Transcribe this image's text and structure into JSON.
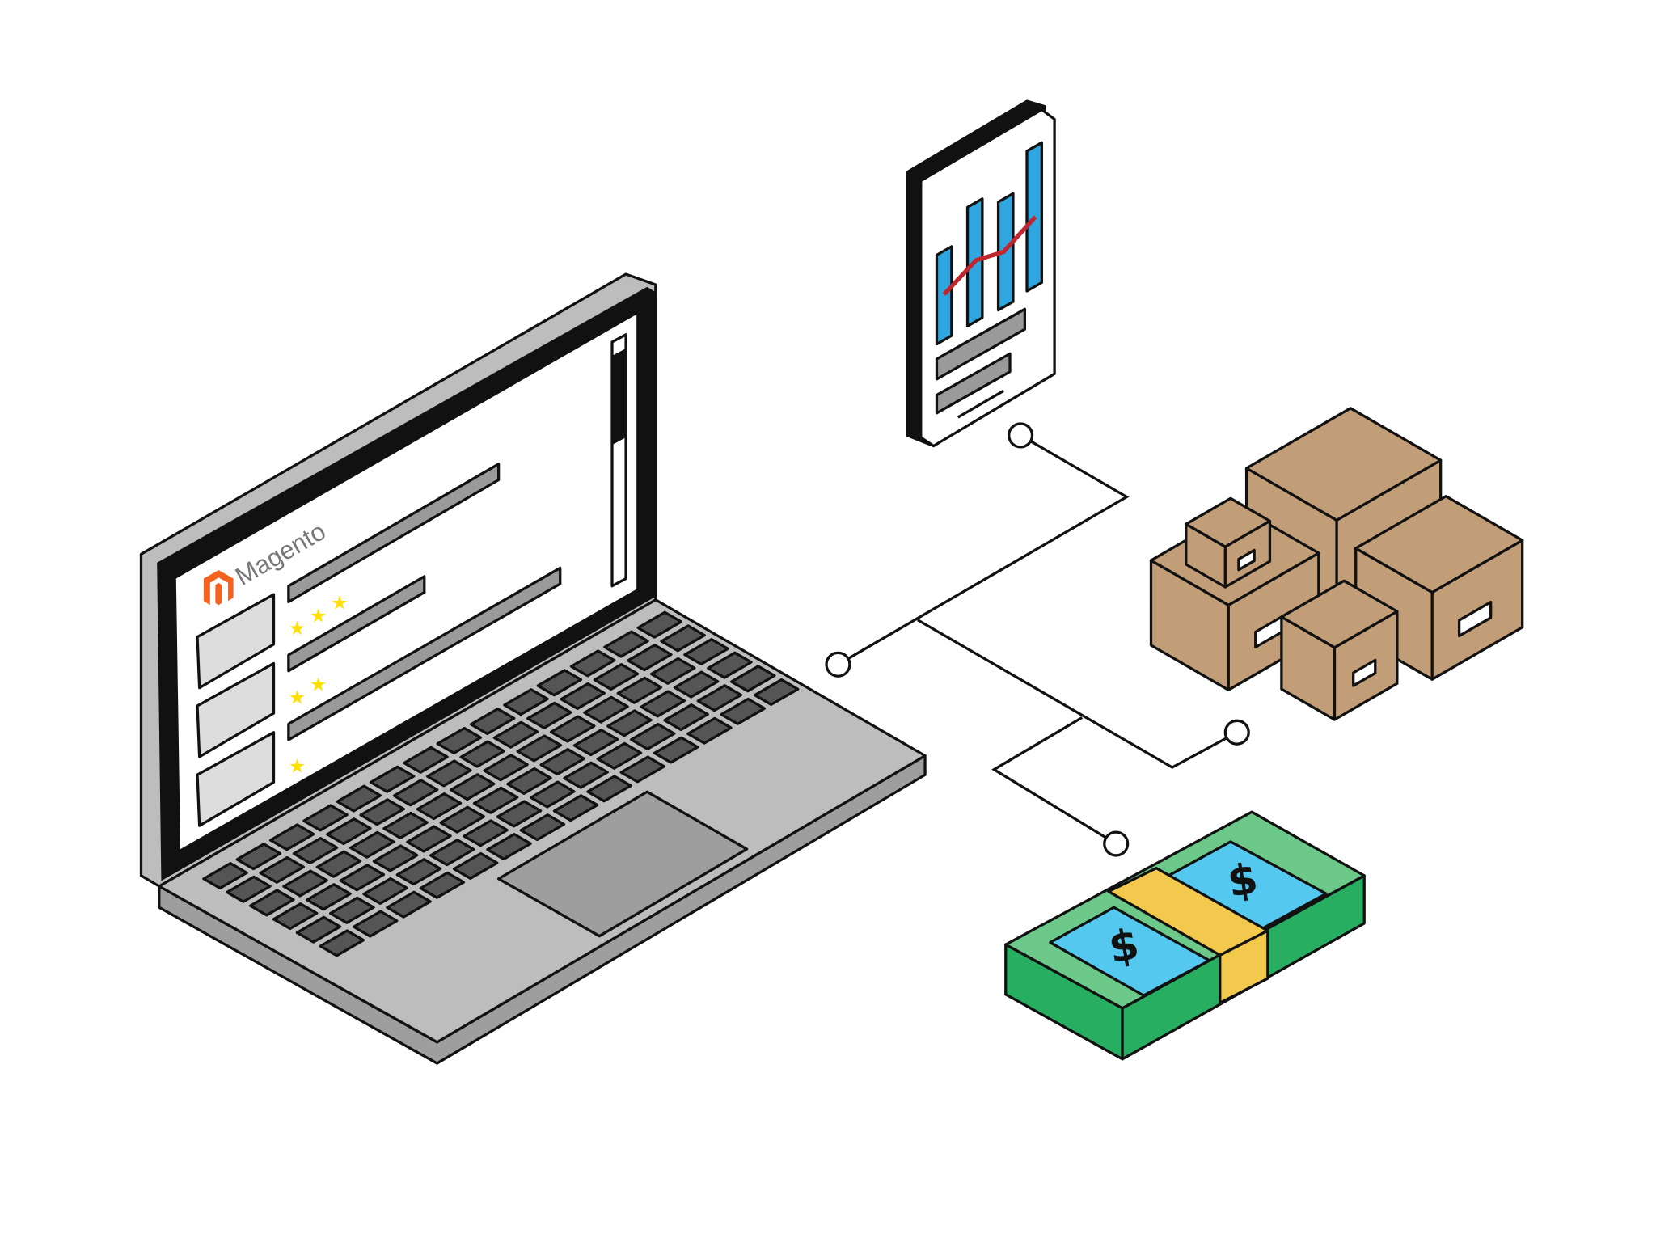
{
  "logo": {
    "text": "Magento"
  },
  "colors": {
    "laptop_body": "#bdbdbd",
    "laptop_key": "#555555",
    "trackpad": "#9e9e9e",
    "screen_bar": "#9a9a9a",
    "chart_bar": "#2fa6df",
    "chart_line": "#c0262d",
    "box": "#c19d78",
    "money_top": "#6cc98a",
    "money_side": "#27ae60",
    "bill": "#55c8ef",
    "band": "#f2c94c",
    "star": "#ffe000",
    "magento_orange": "#f26322"
  },
  "screen": {
    "star_rows": [
      3,
      2,
      1
    ]
  }
}
